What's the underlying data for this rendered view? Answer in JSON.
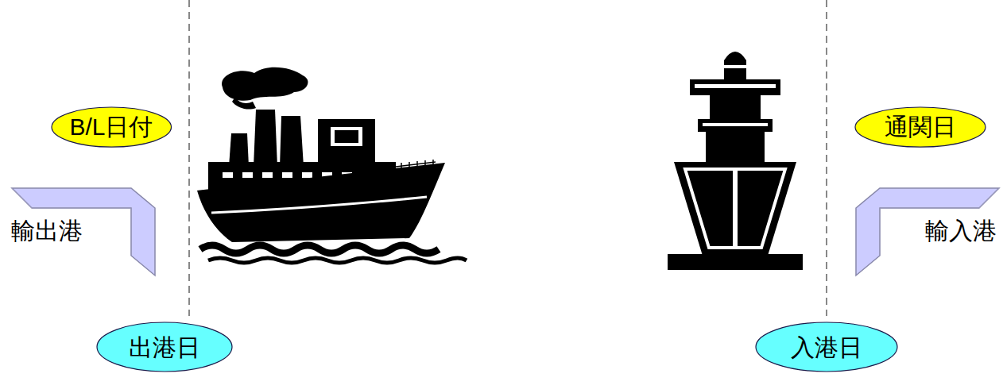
{
  "diagram": {
    "nodes": [
      {
        "text": [
          "B/L日付"
        ]
      },
      {
        "text": [
          "出港日"
        ]
      },
      {
        "text": [
          "通関日"
        ]
      },
      {
        "text": [
          "入港日"
        ]
      }
    ],
    "labels": [
      "輸出港",
      "輸入港"
    ]
  }
}
